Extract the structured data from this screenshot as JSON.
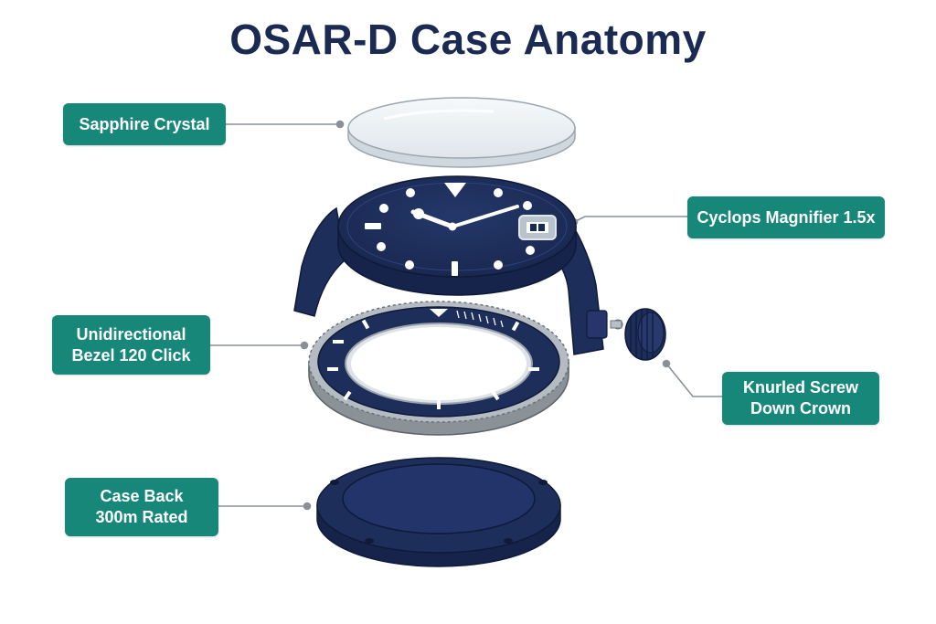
{
  "title": "OSAR-D Case Anatomy",
  "colors": {
    "navy": "#1b2a52",
    "teal_label": "#17877a",
    "leader_line": "#8a8f98",
    "steel": "#9aa1a8"
  },
  "labels": {
    "sapphire_crystal": "Sapphire Crystal",
    "cyclops_magnifier": "Cyclops Magnifier 1.5x",
    "bezel_line1": "Unidirectional",
    "bezel_line2": "Bezel 120 Click",
    "crown_line1": "Knurled Screw",
    "crown_line2": "Down Crown",
    "caseback_line1": "Case Back",
    "caseback_line2": "300m Rated"
  },
  "icons": {
    "crystal": "sapphire-crystal-icon",
    "case": "watch-case-icon",
    "bezel": "bezel-ring-icon",
    "crown": "crown-icon",
    "caseback": "case-back-icon"
  }
}
